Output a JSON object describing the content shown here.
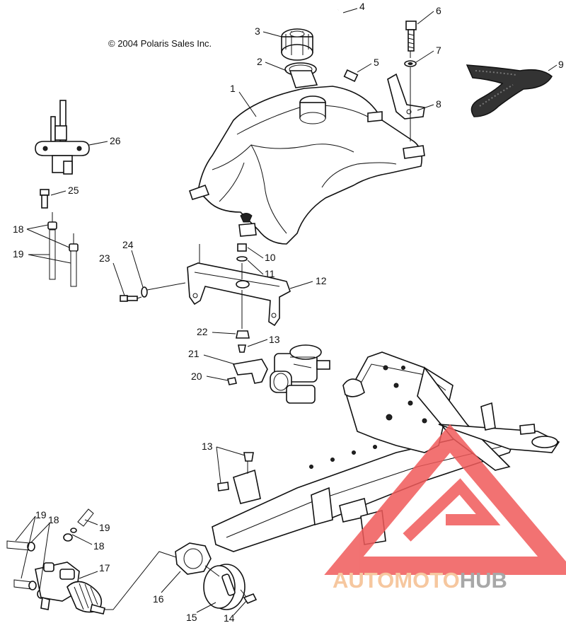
{
  "copyright": "© 2004 Polaris Sales Inc.",
  "watermark": {
    "word_a": "AUTOMOTO",
    "word_b": "HUB",
    "triangle_color": "#f05a5a",
    "text_color_a": "#f6c79f",
    "text_color_b": "#a8a8a8"
  },
  "callouts": [
    {
      "id": "c1",
      "label": "1"
    },
    {
      "id": "c2",
      "label": "2"
    },
    {
      "id": "c3",
      "label": "3"
    },
    {
      "id": "c4",
      "label": "4"
    },
    {
      "id": "c5",
      "label": "5"
    },
    {
      "id": "c6",
      "label": "6"
    },
    {
      "id": "c7",
      "label": "7"
    },
    {
      "id": "c8",
      "label": "8"
    },
    {
      "id": "c9",
      "label": "9"
    },
    {
      "id": "c10",
      "label": "10"
    },
    {
      "id": "c11",
      "label": "11"
    },
    {
      "id": "c12",
      "label": "12"
    },
    {
      "id": "c13a",
      "label": "13"
    },
    {
      "id": "c13b",
      "label": "13"
    },
    {
      "id": "c14",
      "label": "14"
    },
    {
      "id": "c15",
      "label": "15"
    },
    {
      "id": "c16",
      "label": "16"
    },
    {
      "id": "c17",
      "label": "17"
    },
    {
      "id": "c18a",
      "label": "18"
    },
    {
      "id": "c18b",
      "label": "18"
    },
    {
      "id": "c18c",
      "label": "18"
    },
    {
      "id": "c19a",
      "label": "19"
    },
    {
      "id": "c19b",
      "label": "19"
    },
    {
      "id": "c19c",
      "label": "19"
    },
    {
      "id": "c20",
      "label": "20"
    },
    {
      "id": "c21",
      "label": "21"
    },
    {
      "id": "c22",
      "label": "22"
    },
    {
      "id": "c23",
      "label": "23"
    },
    {
      "id": "c24",
      "label": "24"
    },
    {
      "id": "c25",
      "label": "25"
    },
    {
      "id": "c26",
      "label": "26"
    }
  ]
}
